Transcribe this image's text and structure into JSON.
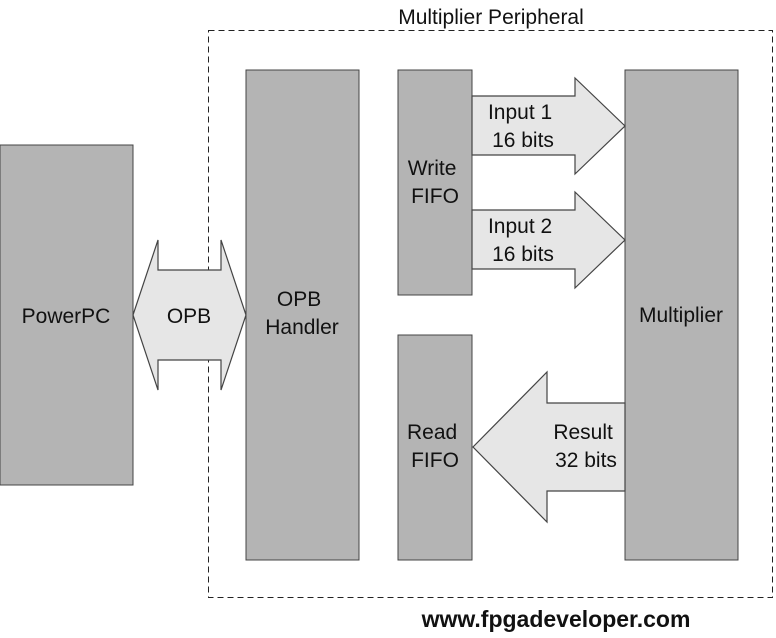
{
  "title": "Multiplier Peripheral",
  "blocks": {
    "powerpc": "PowerPC",
    "opb_handler": [
      "OPB",
      "Handler"
    ],
    "write_fifo": [
      "Write",
      "FIFO"
    ],
    "read_fifo": [
      "Read",
      "FIFO"
    ],
    "multiplier": "Multiplier"
  },
  "arrows": {
    "opb": "OPB",
    "input1": [
      "Input 1",
      "16 bits"
    ],
    "input2": [
      "Input 2",
      "16 bits"
    ],
    "result": [
      "Result",
      "32 bits"
    ]
  },
  "footer": "www.fpgadeveloper.com",
  "colors": {
    "block": "#b4b4b4",
    "arrow": "#e6e6e6",
    "border": "#444444"
  }
}
